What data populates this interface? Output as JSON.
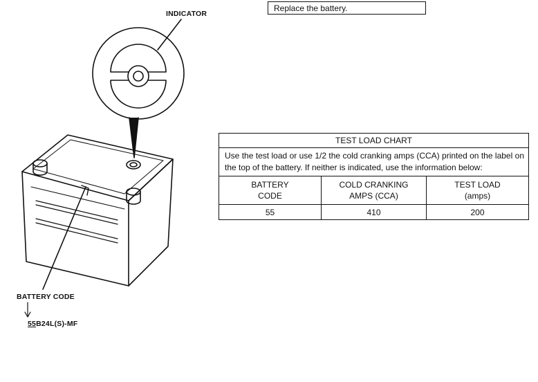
{
  "figure": {
    "indicator_label": "INDICATOR",
    "battery_code_label": "BATTERY CODE",
    "battery_code_value_prefix": "55",
    "battery_code_value_rest": "B24L(S)-MF"
  },
  "replace_note": "Replace the battery.",
  "test_load_chart": {
    "title": "TEST LOAD CHART",
    "instructions": "Use the test load or use 1/2 the cold cranking amps (CCA) printed on the label on the top of the battery. If neither is indicated, use the information below:",
    "columns": [
      {
        "line1": "BATTERY",
        "line2": "CODE"
      },
      {
        "line1": "COLD CRANKING",
        "line2": "AMPS (CCA)"
      },
      {
        "line1": "TEST LOAD",
        "line2": "(amps)"
      }
    ],
    "rows": [
      [
        "55",
        "410",
        "200"
      ]
    ]
  }
}
